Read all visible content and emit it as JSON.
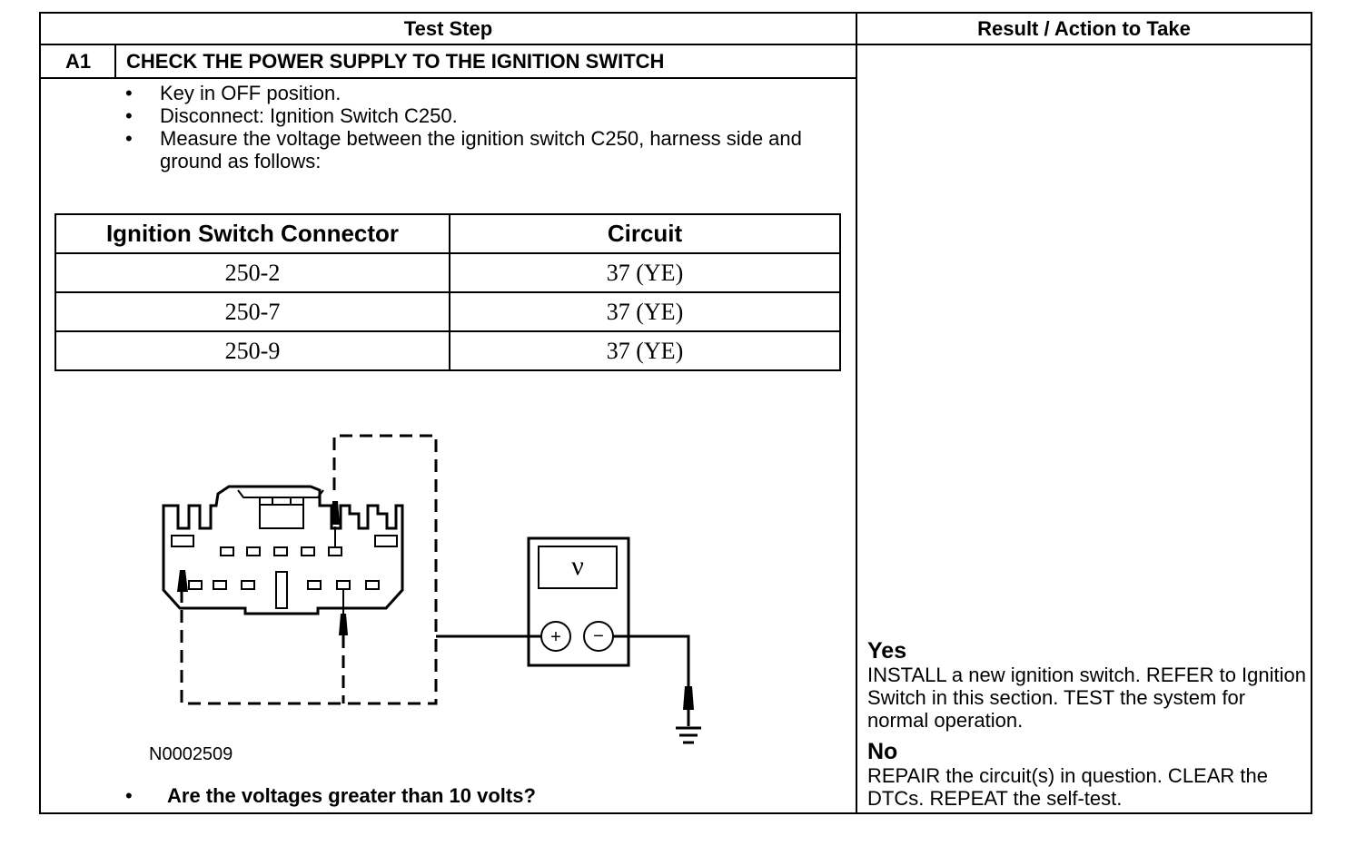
{
  "header": {
    "test_step": "Test Step",
    "result_action": "Result / Action to Take"
  },
  "step": {
    "id": "A1",
    "title": "CHECK THE POWER SUPPLY TO THE IGNITION SWITCH",
    "instructions": [
      "Key in OFF position.",
      "Disconnect: Ignition Switch C250.",
      "Measure the voltage between the ignition switch C250, harness side and ground as follows:"
    ],
    "bullet_glyph": "•"
  },
  "connector_table": {
    "columns": [
      "Ignition Switch Connector",
      "Circuit"
    ],
    "rows": [
      [
        "250-2",
        "37 (YE)"
      ],
      [
        "250-7",
        "37 (YE)"
      ],
      [
        "250-9",
        "37 (YE)"
      ]
    ]
  },
  "diagram": {
    "meter_symbol": "ν",
    "plus_symbol": "+",
    "minus_symbol": "−",
    "figure_id": "N0002509"
  },
  "question": "Are the voltages greater than 10 volts?",
  "results": {
    "yes_label": "Yes",
    "yes_text": "INSTALL a new ignition switch. REFER to Ignition Switch in this section. TEST the system for normal operation.",
    "no_label": "No",
    "no_text": "REPAIR the circuit(s) in question. CLEAR the DTCs. REPEAT the self-test."
  }
}
